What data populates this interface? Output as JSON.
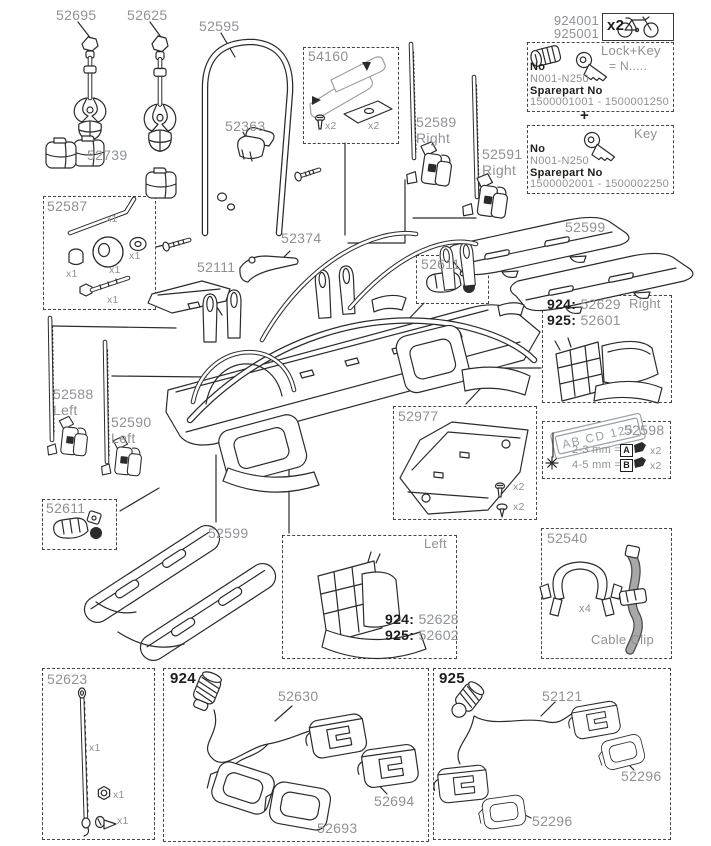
{
  "colors": {
    "label_gray": "#8e9296",
    "line_black": "#2b2b2b",
    "cable_gray": "#a8a8a8"
  },
  "product": {
    "model_1": "924001",
    "model_2": "925001",
    "quantity": "x2"
  },
  "lock_key_box": {
    "title": "Lock+Key",
    "equals_note": "= N.....",
    "no_label": "No",
    "no_range": "N001-N250",
    "sparepart_label": "Sparepart No",
    "sparepart_range": "1500001001 - 1500001250"
  },
  "plus_sign": "+",
  "key_box": {
    "title": "Key",
    "no_label": "No",
    "no_range": "N001-N250",
    "sparepart_label": "Sparepart No",
    "sparepart_range": "1500002001 - 1500002250"
  },
  "parts": {
    "p52695": "52695",
    "p52625": "52625",
    "p52595": "52595",
    "p52739": "52739",
    "p54160": "54160",
    "p52363": "52363",
    "p52589": "52589",
    "p52591": "52591",
    "p52587": "52587",
    "p52374": "52374",
    "p52111": "52111",
    "p52611": "52611",
    "p52599": "52599",
    "p52588": "52588",
    "p52590": "52590",
    "p52977": "52977",
    "p52598": "52598",
    "p52540": "52540",
    "p52623": "52623",
    "p52630": "52630",
    "p52694": "52694",
    "p52693": "52693",
    "p52121": "52121",
    "p52296": "52296"
  },
  "sides": {
    "left": "Left",
    "right": "Right"
  },
  "right_lamp_box": {
    "v924_label": "924:",
    "v924_part": "52629",
    "v925_label": "925:",
    "v925_part": "52601"
  },
  "left_lamp_box": {
    "v924_label": "924:",
    "v924_part": "52628",
    "v925_label": "925:",
    "v925_part": "52602"
  },
  "plate_box": {
    "plate_text": "AB CD 123",
    "row_a_range": "2-3 mm =",
    "row_a_letter": "A",
    "row_a_qty": "x2",
    "row_b_range": "4-5 mm =",
    "row_b_letter": "B",
    "row_b_qty": "x2"
  },
  "cable_clip_box": {
    "caption": "Cable Clip"
  },
  "harness_groups": {
    "g924": "924",
    "g925": "925"
  },
  "quantities": {
    "x1": "x1",
    "x2": "x2",
    "x4": "x4"
  },
  "icons": {
    "bicycle": "bicycle-icon",
    "lock": "lock-cylinder-icon",
    "key": "key-icon",
    "star": "measure-star-icon"
  }
}
